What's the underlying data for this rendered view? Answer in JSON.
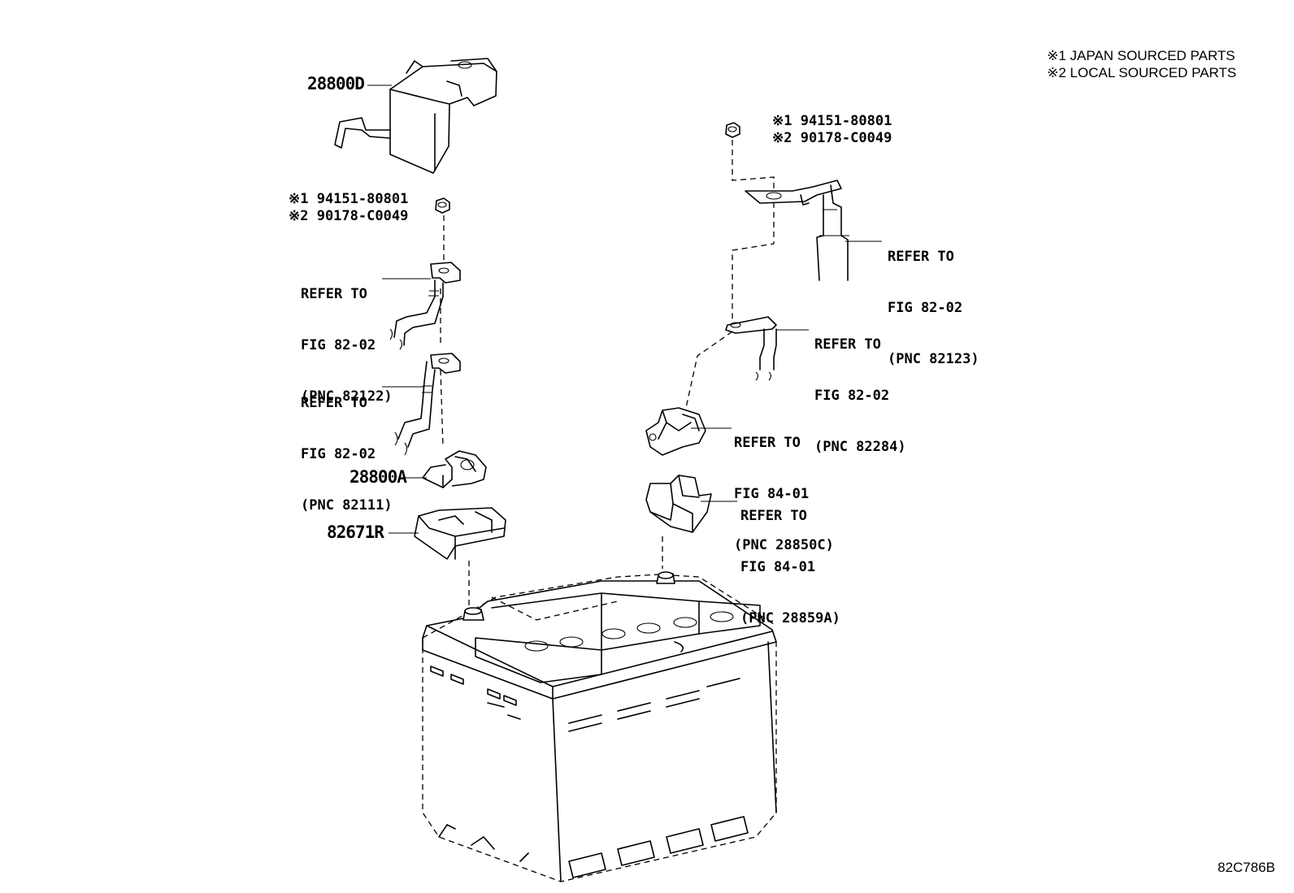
{
  "legend": {
    "line1": "※1 JAPAN SOURCED PARTS",
    "line2": "※2 LOCAL SOURCED PARTS"
  },
  "figure_code": "82C786B",
  "parts": {
    "cover": "28800D",
    "clamp": "28800A",
    "holder": "82671R"
  },
  "nut_left": {
    "line1": "※1 94151-80801",
    "line2": "※2 90178-C0049"
  },
  "nut_right": {
    "line1": "※1 94151-80801",
    "line2": "※2 90178-C0049"
  },
  "refs": {
    "r82122": {
      "l1": "REFER TO",
      "l2": "FIG 82-02",
      "l3": "(PNC 82122)"
    },
    "r82111": {
      "l1": "REFER TO",
      "l2": "FIG 82-02",
      "l3": "(PNC 82111)"
    },
    "r82123": {
      "l1": "REFER TO",
      "l2": "FIG 82-02",
      "l3": "(PNC 82123)"
    },
    "r82284": {
      "l1": "REFER TO",
      "l2": "FIG 82-02",
      "l3": "(PNC 82284)"
    },
    "r28850C": {
      "l1": "REFER TO",
      "l2": "FIG 84-01",
      "l3": "(PNC 28850C)"
    },
    "r28859A": {
      "l1": "REFER TO",
      "l2": "FIG 84-01",
      "l3": "(PNC 28859A)"
    }
  }
}
